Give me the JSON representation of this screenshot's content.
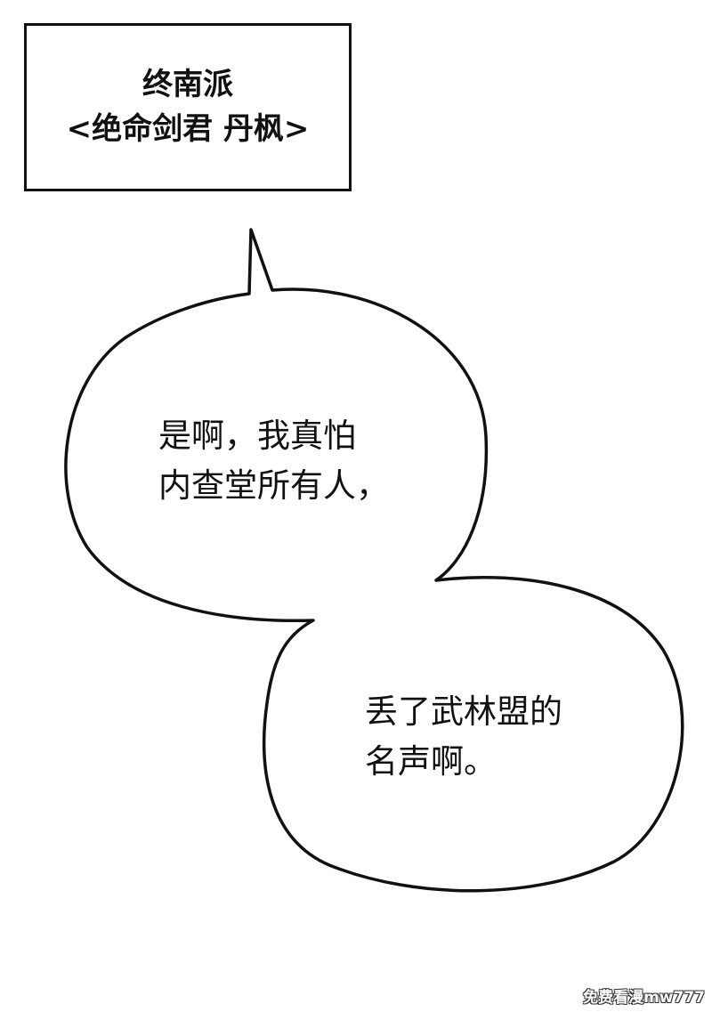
{
  "caption": {
    "lines": [
      "终南派",
      "<绝命剑君 丹枫>"
    ]
  },
  "bubble_top": {
    "lines": [
      "是啊，我真怕",
      "内查堂所有人，"
    ]
  },
  "bubble_bottom": {
    "lines": [
      "丢了武林盟的",
      "名声啊。"
    ]
  },
  "watermark": {
    "text": "免费看漫mw777"
  },
  "colors": {
    "ink": "#111111",
    "paper": "#ffffff"
  }
}
